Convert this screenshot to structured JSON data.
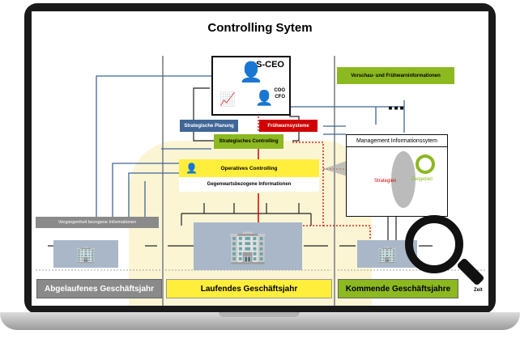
{
  "title": "Controlling Sytem",
  "ceo": {
    "label": "S-CEO",
    "coo": "COO",
    "cfo": "CFO"
  },
  "strategische_planung": "Strategische Planung",
  "fruehwarnsysteme": "Frühwarnsysteme",
  "strategisches_controlling": "Strategisches Controlling",
  "operatives_controlling": "Operatives Controlling",
  "gegenwart": "Gegenwartsbezogene Informationen",
  "vorschau": "Vorschau- und Frühwarninformationen",
  "ellipsis": "■ ■ ■",
  "mis": {
    "title": "Management Informationssytem",
    "strategien": "Strategien",
    "zielgebiet": "Zielgebiet"
  },
  "vergangenheit": "Vergangenheit bezogene Informationen",
  "years": [
    "Abgelaufenes Geschäftsjahr",
    "Laufendes Geschäftsjahr",
    "Kommende Geschäftsjahre"
  ],
  "zeit": "Zeit",
  "colors": {
    "blue": "#3f6696",
    "red": "#d10000",
    "green": "#8cb820",
    "yellow": "#ffee3b",
    "gray": "#8a8a8a"
  }
}
